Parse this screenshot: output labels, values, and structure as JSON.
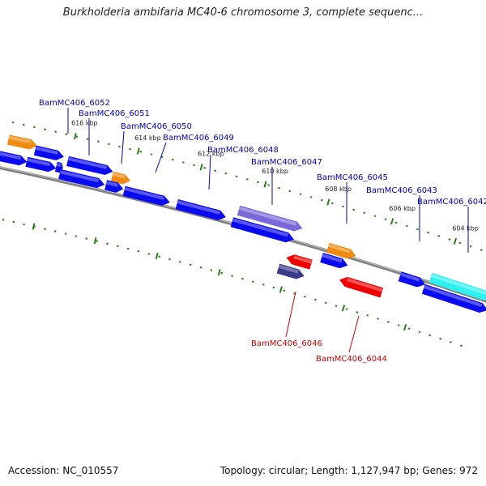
{
  "title": "Burkholderia ambifaria MC40-6 chromosome 3, complete sequenc...",
  "footer": {
    "accession": "Accession: NC_010557",
    "topology": "Topology: circular; Length: 1,127,947 bp; Genes: 972"
  },
  "colors": {
    "backbone": "#808080",
    "tick": "#2e7d1e",
    "label_top": "#0000bb",
    "label_bottom": "#cc0000",
    "gene_blue": "#0a0af0",
    "gene_orange": "#f08a10",
    "gene_cyan": "#30f0f0",
    "gene_purple": "#7a68d8",
    "gene_navy": "#3a3a8a",
    "gene_red": "#ee0000"
  },
  "ticks": [
    "616 kbp",
    "614 kbp",
    "612 kbp",
    "610 kbp",
    "608 kbp",
    "606 kbp",
    "604 kbp"
  ],
  "gene_labels_top": [
    "BamMC406_6052",
    "BamMC406_6051",
    "BamMC406_6050",
    "BamMC406_6049",
    "BamMC406_6048",
    "BamMC406_6047",
    "BamMC406_6045",
    "BamMC406_6043",
    "BamMC406_6042"
  ],
  "gene_labels_bottom": [
    "BamMC406_6046",
    "BamMC406_6044"
  ]
}
